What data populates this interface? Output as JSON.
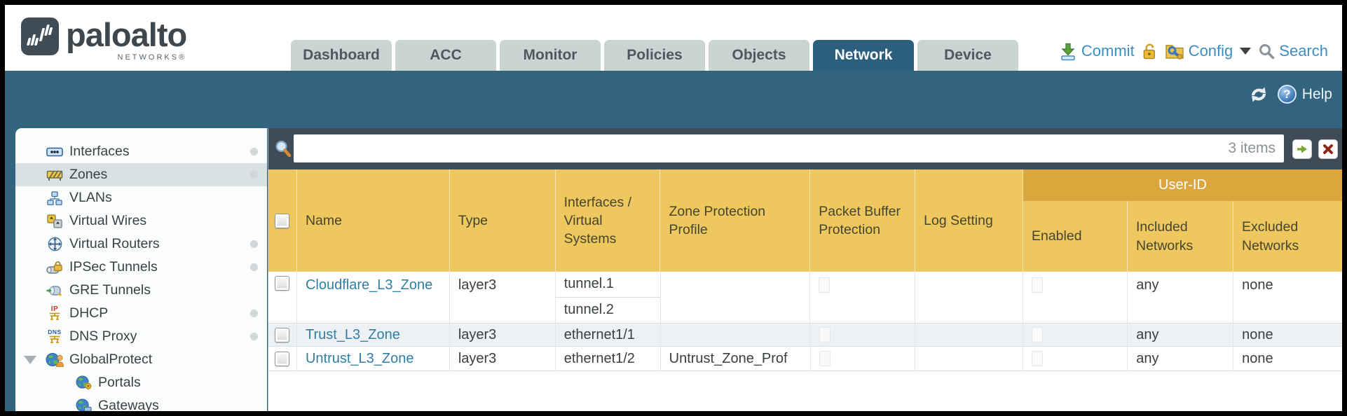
{
  "colors": {
    "teal_band": "#33647f",
    "active_tab": "#2c5f7e",
    "table_header_yellow": "#eec75e",
    "user_id_band_orange": "#dba63c",
    "toolbar_slate": "#3f4b57",
    "row_link_blue": "#2e7ea6",
    "action_text_blue": "#3e8dc2"
  },
  "brand": {
    "name": "paloalto",
    "sub": "NETWORKS®"
  },
  "nav": {
    "tabs": [
      {
        "label": "Dashboard",
        "active": false
      },
      {
        "label": "ACC",
        "active": false
      },
      {
        "label": "Monitor",
        "active": false
      },
      {
        "label": "Policies",
        "active": false
      },
      {
        "label": "Objects",
        "active": false
      },
      {
        "label": "Network",
        "active": true
      },
      {
        "label": "Device",
        "active": false
      }
    ],
    "actions": {
      "commit": "Commit",
      "config": "Config",
      "search": "Search"
    }
  },
  "subbar": {
    "help_label": "Help"
  },
  "sidebar": {
    "items": [
      {
        "label": "Interfaces"
      },
      {
        "label": "Zones",
        "selected": true
      },
      {
        "label": "VLANs"
      },
      {
        "label": "Virtual Wires"
      },
      {
        "label": "Virtual Routers"
      },
      {
        "label": "IPSec Tunnels"
      },
      {
        "label": "GRE Tunnels"
      },
      {
        "label": "DHCP"
      },
      {
        "label": "DNS Proxy"
      },
      {
        "label": "GlobalProtect",
        "expanded": true
      },
      {
        "label": "Portals"
      },
      {
        "label": "Gateways"
      }
    ]
  },
  "filter": {
    "query": "",
    "count": "3 items"
  },
  "table": {
    "group_header": "User-ID",
    "columns": {
      "name": "Name",
      "type": "Type",
      "interfaces": "Interfaces / Virtual Systems",
      "zpp": "Zone Protection Profile",
      "pbp": "Packet Buffer Protection",
      "log": "Log Setting",
      "enabled": "Enabled",
      "included": "Included Networks",
      "excluded": "Excluded Networks"
    },
    "rows": [
      {
        "name": "Cloudflare_L3_Zone",
        "type": "layer3",
        "interfaces": [
          "tunnel.1",
          "tunnel.2"
        ],
        "zone_protection_profile": "",
        "log_setting": "",
        "included_networks": "any",
        "excluded_networks": "none"
      },
      {
        "name": "Trust_L3_Zone",
        "type": "layer3",
        "interfaces": [
          "ethernet1/1"
        ],
        "zone_protection_profile": "",
        "log_setting": "",
        "included_networks": "any",
        "excluded_networks": "none"
      },
      {
        "name": "Untrust_L3_Zone",
        "type": "layer3",
        "interfaces": [
          "ethernet1/2"
        ],
        "zone_protection_profile": "Untrust_Zone_Prof",
        "log_setting": "",
        "included_networks": "any",
        "excluded_networks": "none"
      }
    ]
  }
}
